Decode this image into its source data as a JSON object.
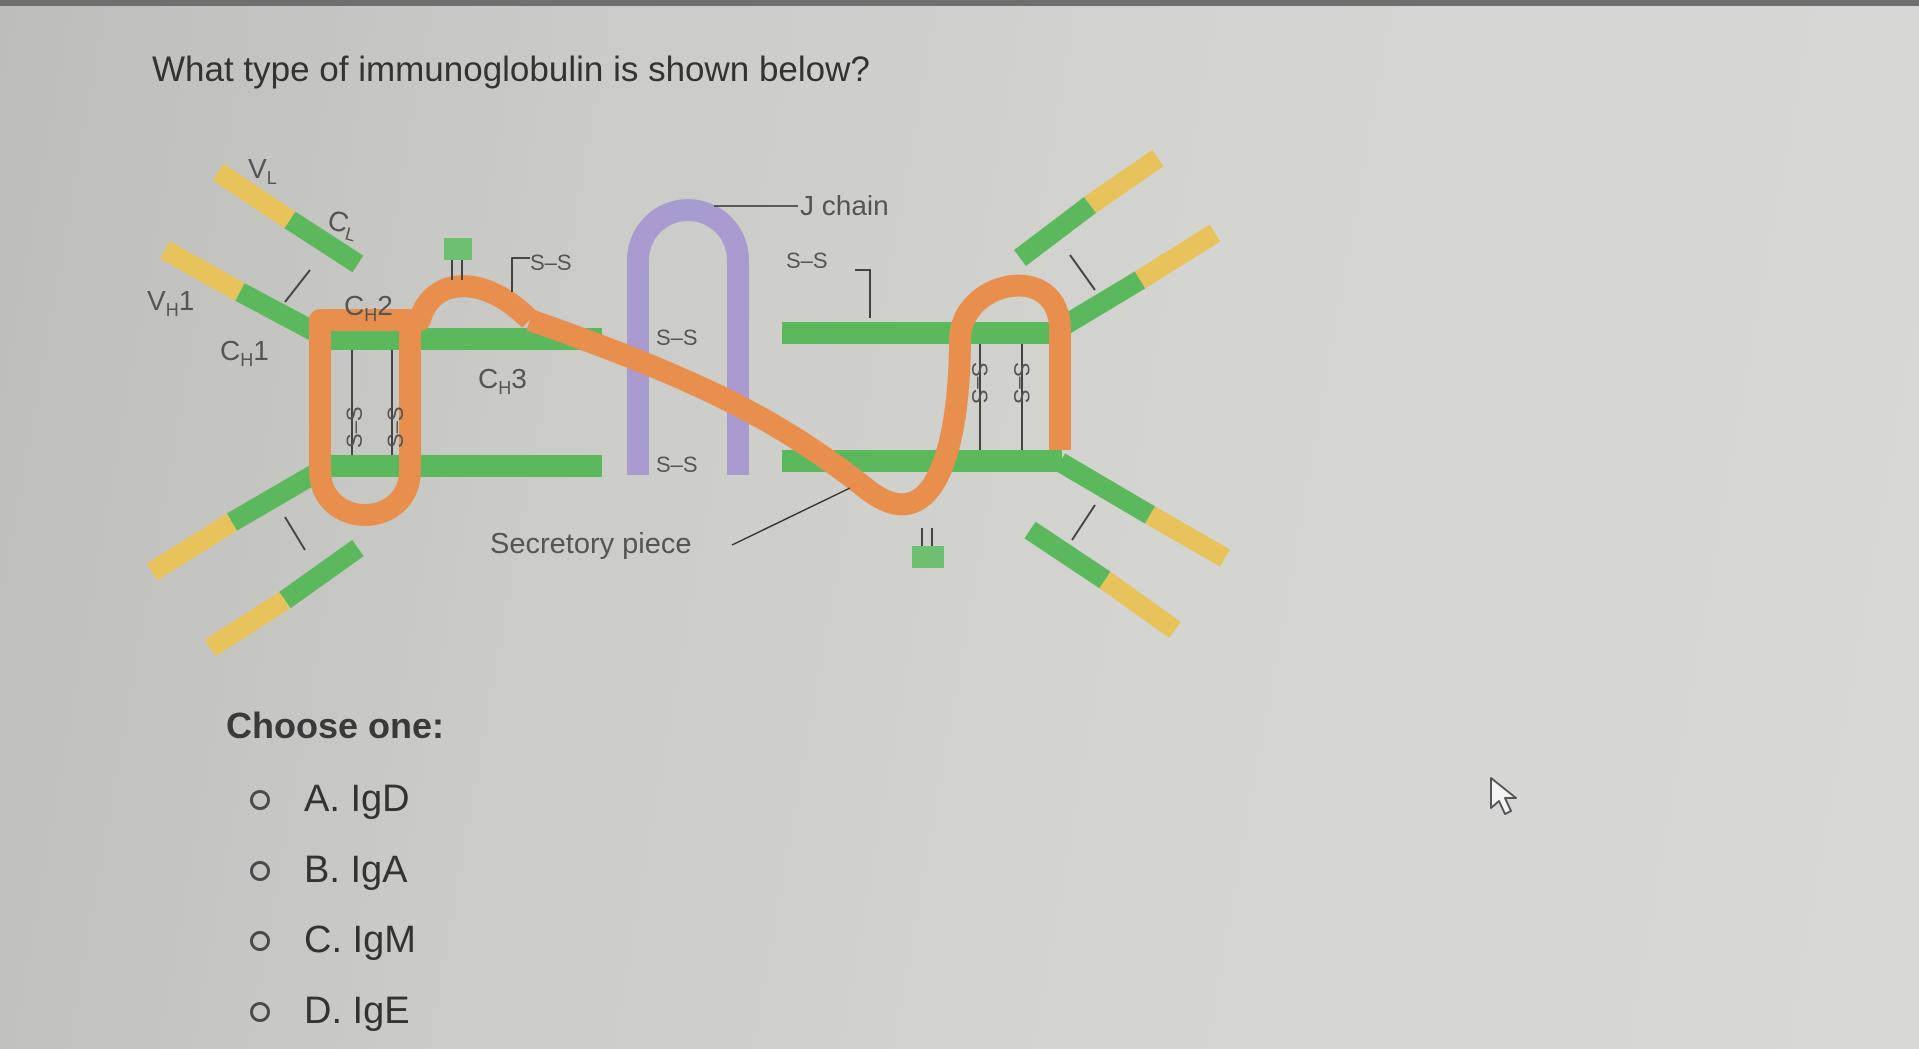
{
  "question": "What type of immunoglobulin is shown below?",
  "diagram": {
    "labels": {
      "vl": "V",
      "vl_sub": "L",
      "cl": "C",
      "cl_sub": "L",
      "vh1": "V",
      "vh1_sub": "H",
      "vh1_num": "1",
      "ch1": "C",
      "ch1_sub": "H",
      "ch1_num": "1",
      "ch2": "C",
      "ch2_sub": "H",
      "ch2_num": "2",
      "ch3": "C",
      "ch3_sub": "H",
      "ch3_num": "3",
      "j_chain": "J chain",
      "secretory_piece": "Secretory piece",
      "disulfide": "S–S"
    },
    "colors": {
      "heavy_chain": "#5cb85c",
      "variable": "#e8c25a",
      "secretory_piece": "#e88f4e",
      "j_chain": "#a99ad0"
    }
  },
  "choose_label": "Choose one:",
  "options": [
    {
      "label": "A. IgD"
    },
    {
      "label": "B. IgA"
    },
    {
      "label": "C. IgM"
    },
    {
      "label": "D. IgE"
    }
  ]
}
